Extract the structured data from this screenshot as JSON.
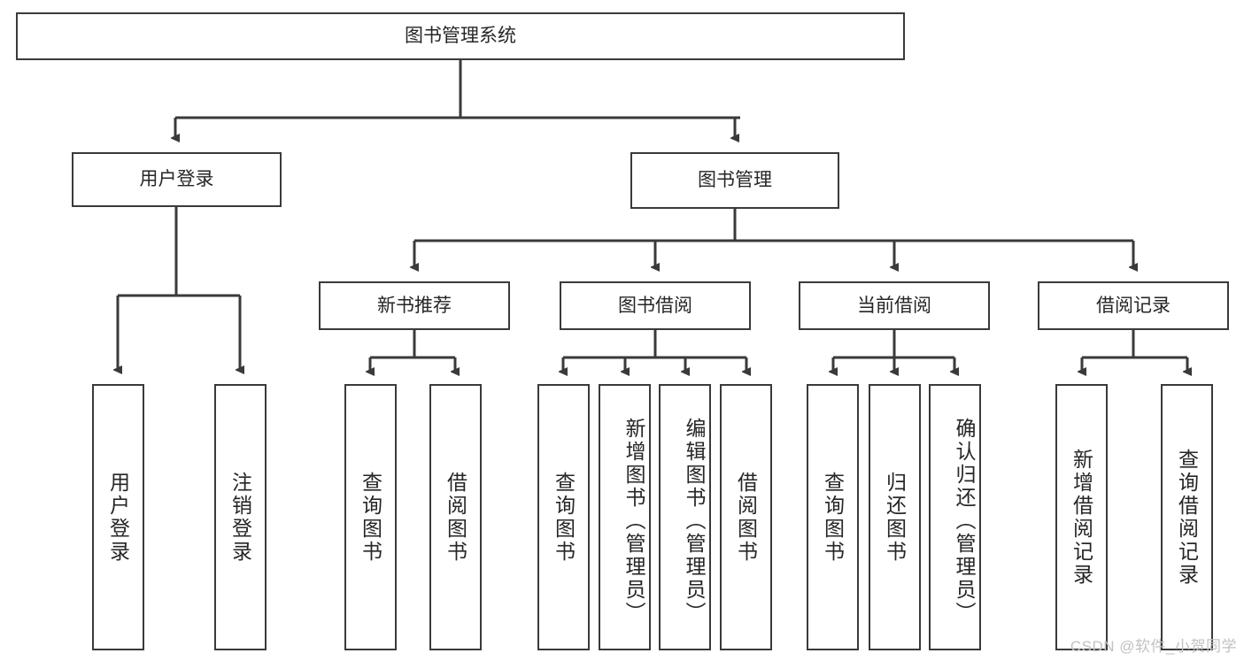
{
  "diagram": {
    "title": "图书管理系统",
    "type": "hierarchy-tree",
    "root": {
      "id": "root",
      "label": "图书管理系统"
    },
    "level2": [
      {
        "id": "user-login",
        "label": "用户登录"
      },
      {
        "id": "book-management",
        "label": "图书管理"
      }
    ],
    "level3": [
      {
        "id": "new-book-recommend",
        "label": "新书推荐",
        "parent": "book-management"
      },
      {
        "id": "book-borrow",
        "label": "图书借阅",
        "parent": "book-management"
      },
      {
        "id": "current-borrow",
        "label": "当前借阅",
        "parent": "book-management"
      },
      {
        "id": "borrow-record",
        "label": "借阅记录",
        "parent": "book-management"
      }
    ],
    "leaves": [
      {
        "id": "leaf-user-login",
        "label": "用户登录",
        "parent": "user-login"
      },
      {
        "id": "leaf-logout-login",
        "label": "注销登录",
        "parent": "user-login"
      },
      {
        "id": "leaf-query-book-1",
        "label": "查询图书",
        "parent": "new-book-recommend"
      },
      {
        "id": "leaf-borrow-book-1",
        "label": "借阅图书",
        "parent": "new-book-recommend"
      },
      {
        "id": "leaf-query-book-2",
        "label": "查询图书",
        "parent": "book-borrow"
      },
      {
        "id": "leaf-add-book",
        "label": "新增图书（管理员）",
        "parent": "book-borrow"
      },
      {
        "id": "leaf-edit-book",
        "label": "编辑图书（管理员）",
        "parent": "book-borrow"
      },
      {
        "id": "leaf-borrow-book-2",
        "label": "借阅图书",
        "parent": "book-borrow"
      },
      {
        "id": "leaf-query-book-3",
        "label": "查询图书",
        "parent": "current-borrow"
      },
      {
        "id": "leaf-return-book",
        "label": "归还图书",
        "parent": "current-borrow"
      },
      {
        "id": "leaf-confirm-return",
        "label": "确认归还（管理员）",
        "parent": "current-borrow"
      },
      {
        "id": "leaf-add-record",
        "label": "新增借阅记录",
        "parent": "borrow-record"
      },
      {
        "id": "leaf-query-record",
        "label": "查询借阅记录",
        "parent": "borrow-record"
      }
    ],
    "colors": {
      "box_border": "#3a3a3a",
      "box_fill": "#ffffff",
      "text": "#262626",
      "connector": "#3a3a3a",
      "watermark": "#c2c2c2",
      "background": "#ffffff"
    }
  },
  "watermark": {
    "text": "CSDN @软件_小贺同学"
  }
}
